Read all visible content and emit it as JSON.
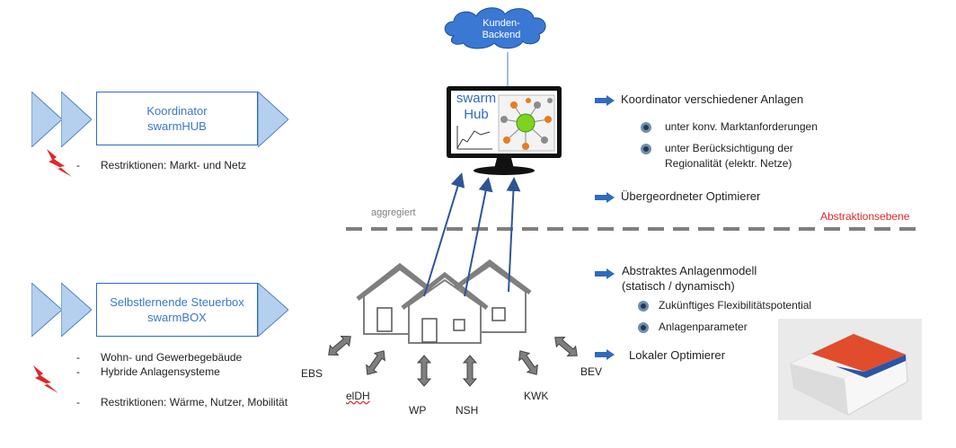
{
  "cloud": {
    "label_line1": "Kunden-",
    "label_line2": "Backend"
  },
  "monitor": {
    "title_line1": "swarm",
    "title_line2": "Hub"
  },
  "coordinator_box": {
    "line1": "Koordinator",
    "line2": "swarmHUB"
  },
  "coordinator_restriction": {
    "dash": "-",
    "text": "Restriktionen: Markt- und Netz"
  },
  "steuerbox_box": {
    "line1": "Selbstlernende Steuerbox",
    "line2": "swarmBOX"
  },
  "steuerbox_items": [
    {
      "dash": "-",
      "text": "Wohn- und Gewerbegebäude"
    },
    {
      "dash": "-",
      "text": "Hybride Anlagensysteme"
    },
    {
      "dash": "-",
      "text": "Restriktionen: Wärme, Nutzer, Mobilität"
    }
  ],
  "aggregiert_label": "aggregiert",
  "abstraktion_label": "Abstraktionsebene",
  "right_upper": {
    "heading1": "Koordinator verschiedener Anlagen",
    "sub1": "unter konv. Marktanforderungen",
    "sub2_line1": "unter Berücksichtigung der",
    "sub2_line2": "Regionalität (elektr. Netze)",
    "heading2": "Übergeordneter Optimierer"
  },
  "right_lower": {
    "heading1_line1": "Abstraktes Anlagenmodell",
    "heading1_line2": "(statisch / dynamisch)",
    "sub1": "Zukünftiges Flexibilitätspotential",
    "sub2": "Anlagenparameter",
    "heading2": "Lokaler Optimierer"
  },
  "device_labels": [
    "EBS",
    "elDH",
    "WP",
    "NSH",
    "KWK",
    "BEV"
  ],
  "colors": {
    "accent": "#2f6bbf",
    "chevron": "#b4d0ee",
    "red": "#e0262b",
    "dash_line": "#7f7f7f"
  }
}
